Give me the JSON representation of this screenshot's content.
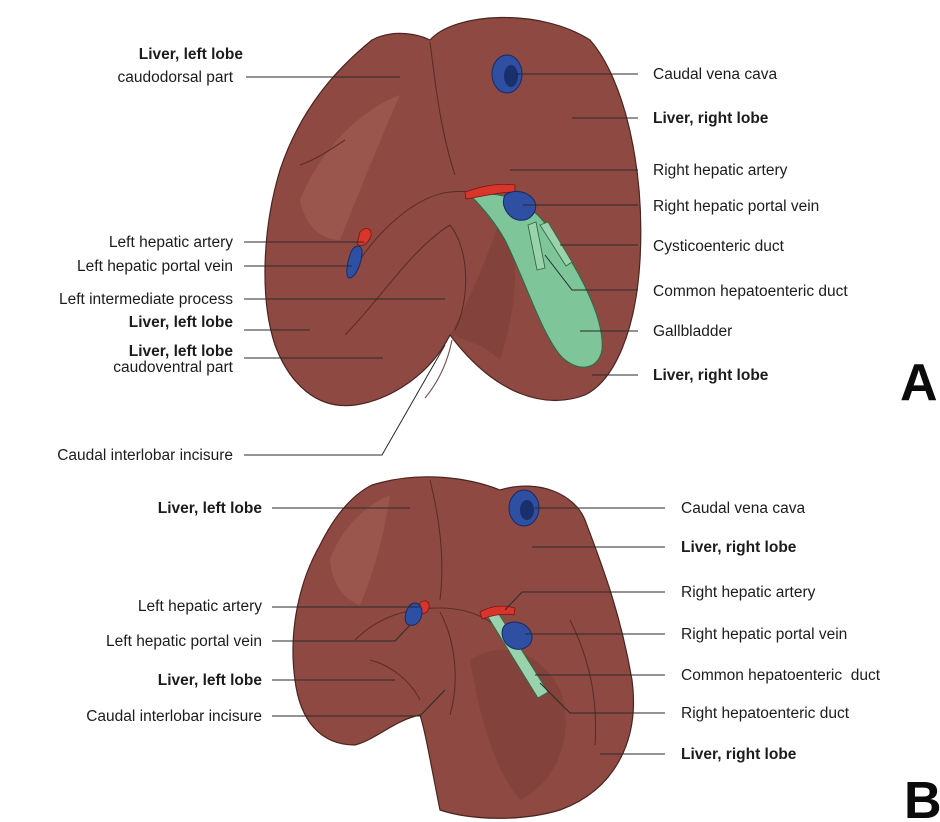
{
  "panel_a": {
    "letter": "A",
    "labels": {
      "left_lobe_caudodorsal_bold": "Liver, left lobe",
      "left_lobe_caudodorsal_sub": "caudodorsal part",
      "caudal_vena_cava": "Caudal vena cava",
      "right_lobe_top": "Liver, right lobe",
      "right_hepatic_artery": "Right hepatic artery",
      "right_hepatic_portal_vein": "Right hepatic portal vein",
      "left_hepatic_artery": "Left hepatic artery",
      "cysticoenteric_duct": "Cysticoenteric duct",
      "left_hepatic_portal_vein": "Left hepatic portal vein",
      "common_hepatoenteric_duct": "Common hepatoenteric duct",
      "left_intermediate_process": "Left intermediate process",
      "left_lobe": "Liver, left lobe",
      "gallbladder": "Gallbladder",
      "left_lobe_caudoventral_bold": "Liver, left lobe",
      "left_lobe_caudoventral_sub": "caudoventral part",
      "right_lobe_bottom": "Liver, right lobe",
      "caudal_interlobar_incisure": "Caudal interlobar incisure"
    }
  },
  "panel_b": {
    "letter": "B",
    "labels": {
      "left_lobe_top": "Liver, left lobe",
      "caudal_vena_cava": "Caudal vena cava",
      "right_lobe_top": "Liver, right lobe",
      "left_hepatic_artery": "Left hepatic artery",
      "right_hepatic_artery": "Right hepatic artery",
      "left_hepatic_portal_vein": "Left hepatic portal vein",
      "right_hepatic_portal_vein": "Right hepatic portal vein",
      "left_lobe_mid": "Liver, left lobe",
      "common_hepatoenteric_duct": "Common hepatoenteric  duct",
      "caudal_interlobar_incisure": "Caudal interlobar incisure",
      "right_hepatoenteric_duct": "Right hepatoenteric duct",
      "right_lobe_bottom": "Liver, right lobe"
    }
  },
  "colors": {
    "liver": "#8e4a42",
    "vein": "#2f4fa3",
    "artery": "#d8352b",
    "gallbladder": "#7fc59a"
  }
}
